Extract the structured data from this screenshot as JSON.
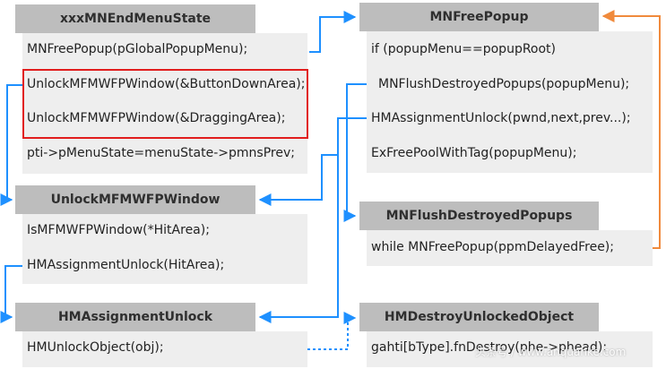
{
  "colors": {
    "header_bg": "#bdbdbd",
    "body_bg": "#eeeeee",
    "blue_arrow": "#1e90ff",
    "orange_arrow": "#f08a3c",
    "highlight": "#e11d1d"
  },
  "boxes": {
    "xxxMNEndMenuState": {
      "title": "xxxMNEndMenuState",
      "lines": [
        "MNFreePopup(pGlobalPopupMenu);",
        "UnlockMFMWFPWindow(&ButtonDownArea);",
        "UnlockMFMWFPWindow(&DraggingArea);",
        "pti->pMenuState=menuState->pmnsPrev;"
      ]
    },
    "UnlockMFMWFPWindow": {
      "title": "UnlockMFMWFPWindow",
      "lines": [
        "IsMFMWFPWindow(*HitArea);",
        "HMAssignmentUnlock(HitArea);"
      ]
    },
    "HMAssignmentUnlock": {
      "title": "HMAssignmentUnlock",
      "lines": [
        "HMUnlockObject(obj);"
      ]
    },
    "MNFreePopup": {
      "title": "MNFreePopup",
      "lines": [
        "if (popupMenu==popupRoot)",
        "MNFlushDestroyedPopups(popupMenu);",
        "HMAssignmentUnlock(pwnd,next,prev...);",
        "ExFreePoolWithTag(popupMenu);"
      ]
    },
    "MNFlushDestroyedPopups": {
      "title": "MNFlushDestroyedPopups",
      "lines": [
        "while MNFreePopup(ppmDelayedFree);"
      ]
    },
    "HMDestroyUnlockedObject": {
      "title": "HMDestroyUnlockedObject",
      "lines": [
        "gahti[bType].fnDestroy(phe->phead);"
      ]
    }
  },
  "watermark": "头条号 / www.anquanke.com"
}
